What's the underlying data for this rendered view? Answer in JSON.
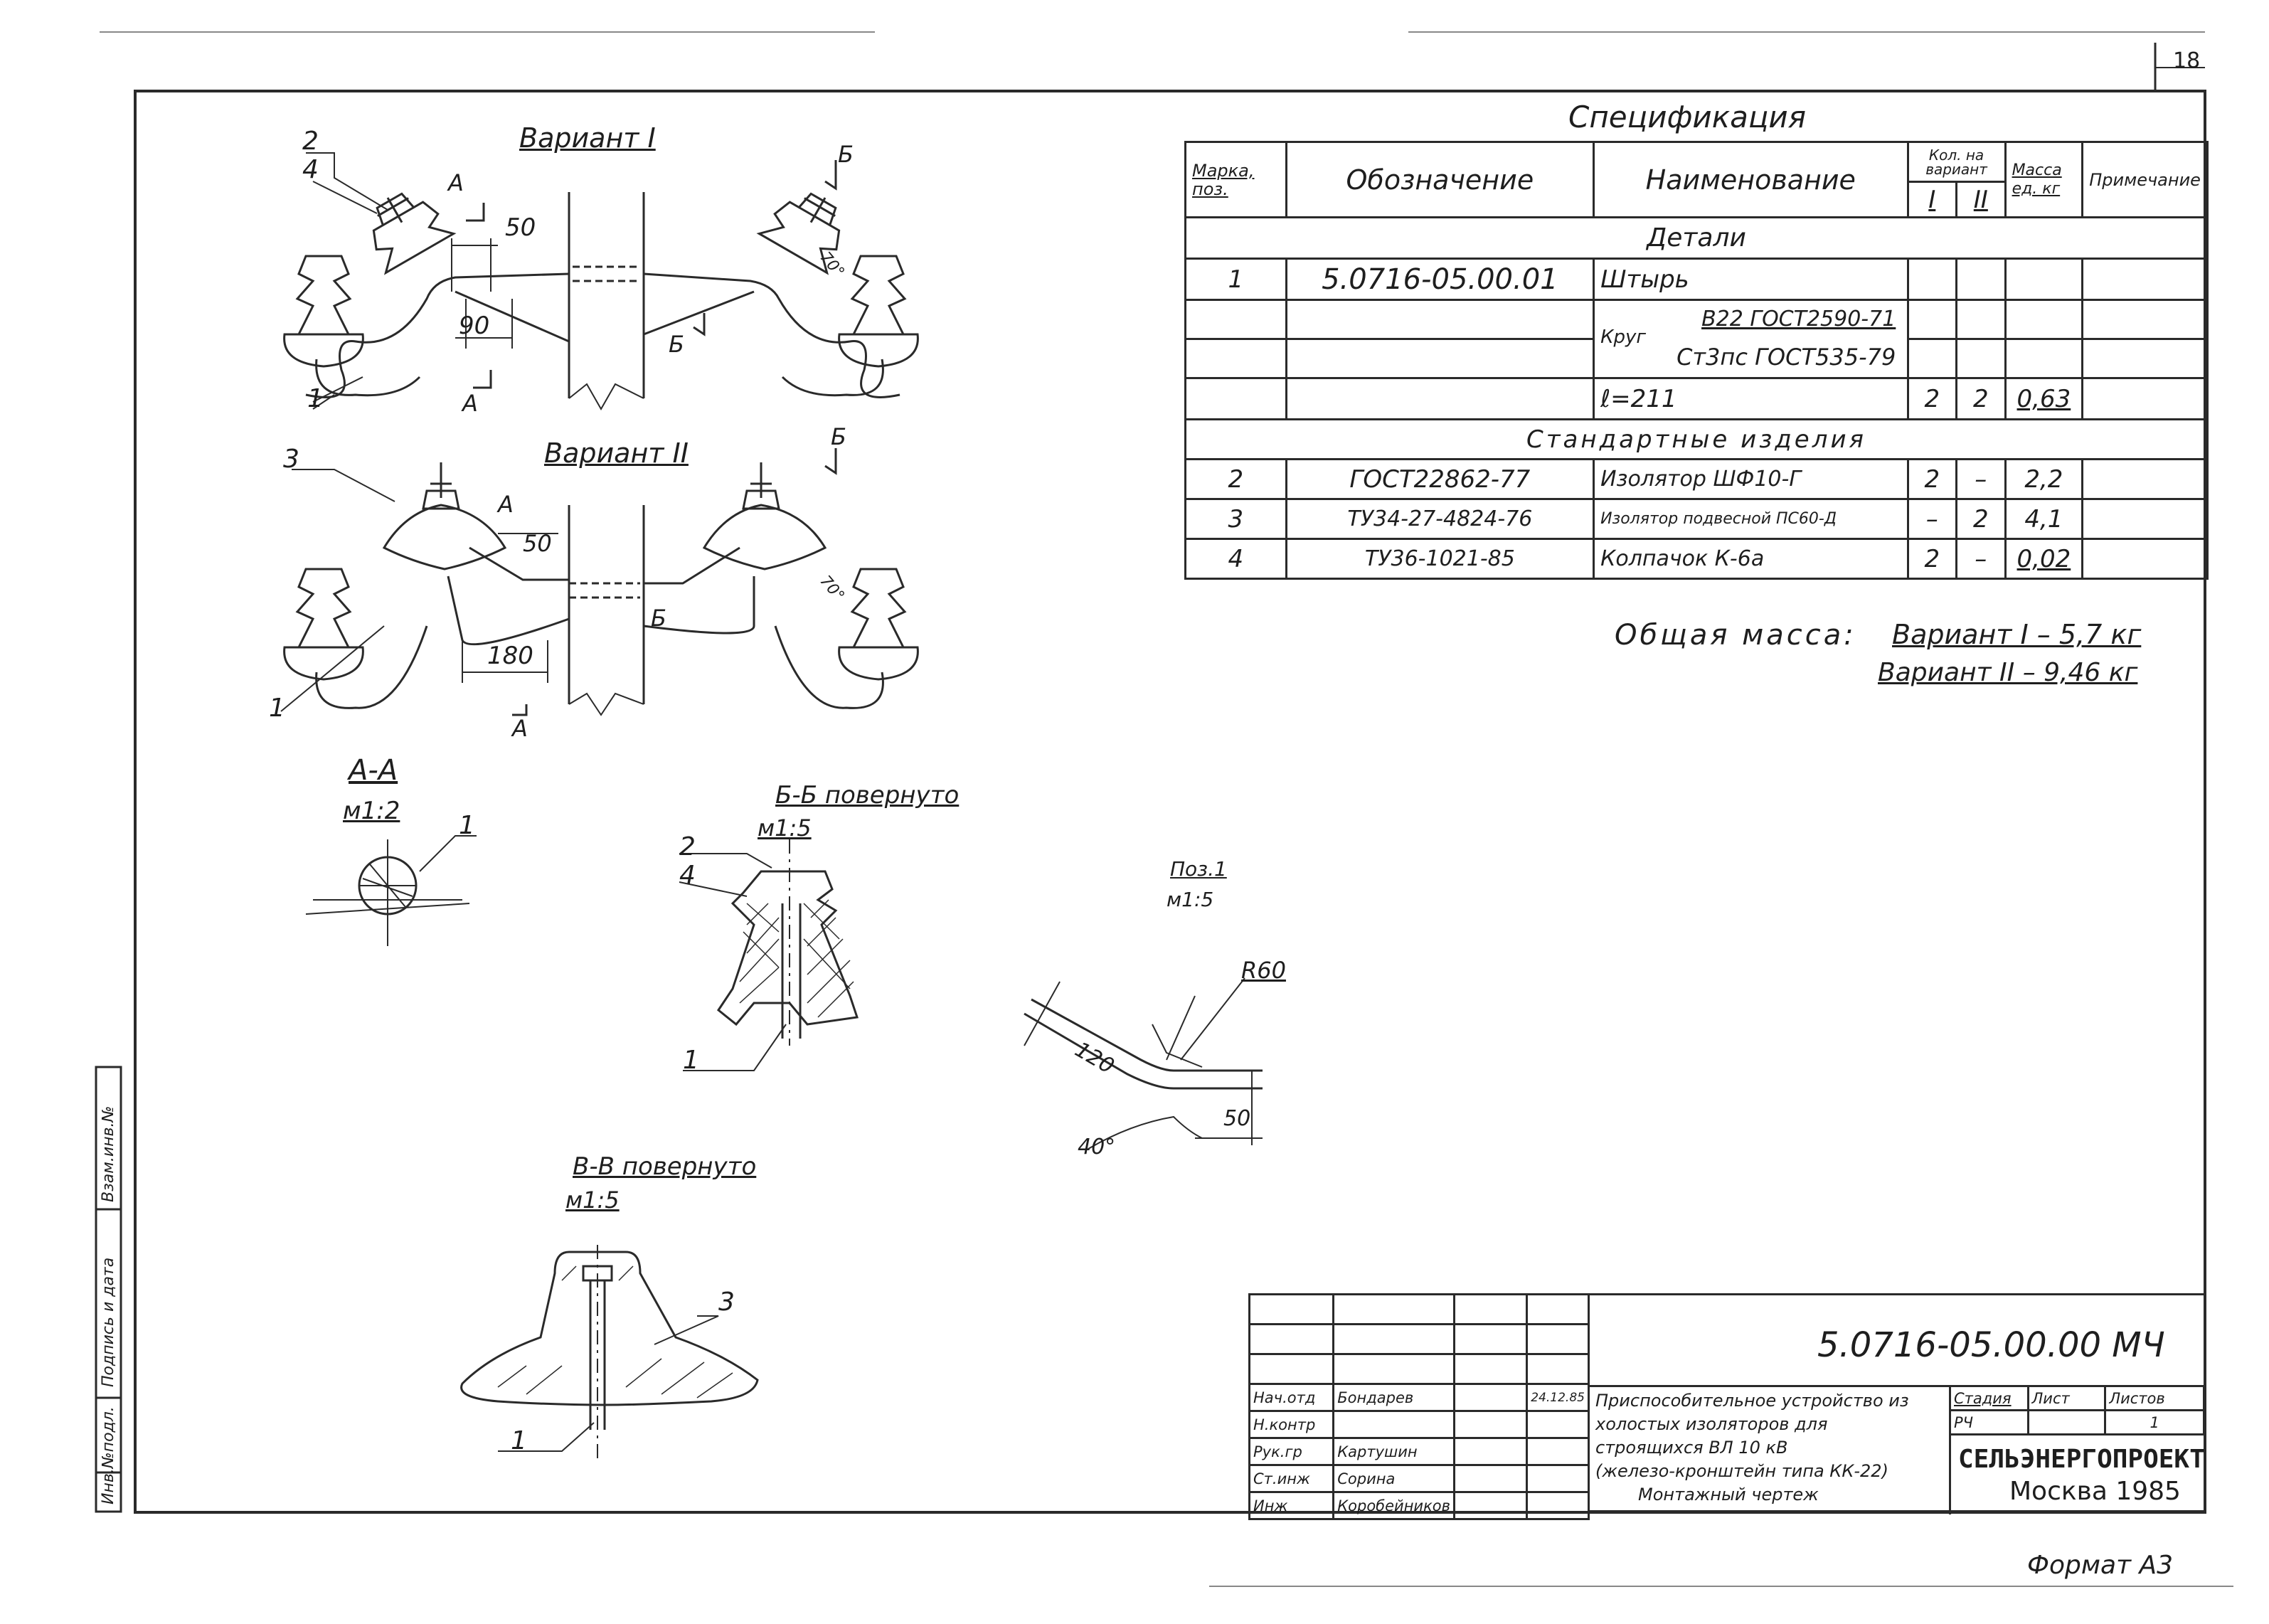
{
  "sheet_number": "18",
  "format_label": "Формат А3",
  "drawing": {
    "variant1_title": "Вариант I",
    "variant2_title": "Вариант II",
    "section_aa_title": "А-А",
    "section_aa_scale": "м1:2",
    "section_bb_title": "Б-Б повернуто",
    "section_bb_scale": "м1:5",
    "section_vv_title": "В-В повернуто",
    "section_vv_scale": "м1:5",
    "pos1_title": "Поз.1",
    "pos1_scale": "м1:5",
    "labels": {
      "pos1": "1",
      "pos2": "2",
      "pos3": "3",
      "pos4": "4",
      "cut_a": "А",
      "cut_b": "Б",
      "dim_50": "50",
      "dim_90": "90",
      "dim_180": "180",
      "dim_120": "120",
      "angle_70": "70°",
      "angle_40": "40°",
      "r60": "R60"
    }
  },
  "spec": {
    "title": "Спецификация",
    "headers": {
      "mark": "Марка, поз.",
      "designation": "Обозначение",
      "name": "Наименование",
      "qty": "Кол. на вариант",
      "qty_v1": "I",
      "qty_v2": "II",
      "mass": "Масса ед. кг",
      "note": "Примечание"
    },
    "section_details": "Детали",
    "section_standard": "Стандартные изделия",
    "rows": {
      "r1": {
        "pos": "1",
        "designation": "5.0716-05.00.01",
        "name": "Штырь"
      },
      "krug_label": "Круг",
      "krug_line1": "В22 ГОСТ2590-71",
      "krug_line2": "Ст3пс ГОСТ535-79",
      "r_len": {
        "name": "ℓ=211",
        "q1": "2",
        "q2": "2",
        "mass": "0,63"
      },
      "r2": {
        "pos": "2",
        "designation": "ГОСТ22862-77",
        "name": "Изолятор ШФ10-Г",
        "q1": "2",
        "q2": "–",
        "mass": "2,2"
      },
      "r3": {
        "pos": "3",
        "designation": "ТУ34-27-4824-76",
        "name": "Изолятор подвесной ПС60-Д",
        "q1": "–",
        "q2": "2",
        "mass": "4,1"
      },
      "r4": {
        "pos": "4",
        "designation": "ТУ36-1021-85",
        "name": "Колпачок К-6а",
        "q1": "2",
        "q2": "–",
        "mass": "0,02"
      }
    },
    "total_label": "Общая масса:",
    "total_v1": "Вариант I – 5,7 кг",
    "total_v2": "Вариант II – 9,46 кг"
  },
  "title_block": {
    "doc_code": "5.0716-05.00.00 МЧ",
    "roles": [
      "Нач.отд",
      "Н.контр",
      "Рук.гр",
      "Ст.инж",
      "Инж"
    ],
    "names": [
      "Бондарев",
      "",
      "Картушин",
      "Сорина",
      "Коробейников"
    ],
    "date": "24.12.85",
    "description_lines": [
      "Приспособительное устройство из",
      "холостых изоляторов для",
      "строящихся ВЛ 10 кВ",
      "(железо-кронштейн типа КК-22)",
      "Монтажный чертеж"
    ],
    "stage_header": "Стадия",
    "sheet_header": "Лист",
    "sheets_header": "Листов",
    "stage_value": "РЧ",
    "sheets_value": "1",
    "org": "СЕЛЬЭНЕРГОПРОЕКТ",
    "city_year": "Москва 1985"
  },
  "side_stamp": {
    "inv_label": "Инв.№подл.",
    "sign_label": "Подпись и дата",
    "replace_label": "Взам.инв.№"
  }
}
